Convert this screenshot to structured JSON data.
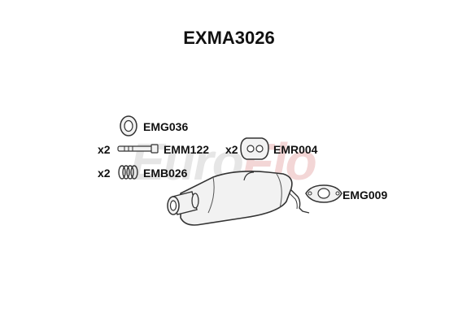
{
  "part_number": "EXMA3026",
  "watermark": {
    "part1": "Euro",
    "part2": "Flo"
  },
  "components": {
    "gasket_1": {
      "code": "EMG036"
    },
    "bolt": {
      "code": "EMM122",
      "qty": "x2"
    },
    "spring": {
      "code": "EMB026",
      "qty": "x2"
    },
    "rubber_mount": {
      "code": "EMR004",
      "qty": "x2"
    },
    "flange_gasket": {
      "code": "EMG009"
    }
  },
  "colors": {
    "line": "#333333",
    "fill": "#f2f2f2",
    "watermark": "#e6e6e6"
  }
}
